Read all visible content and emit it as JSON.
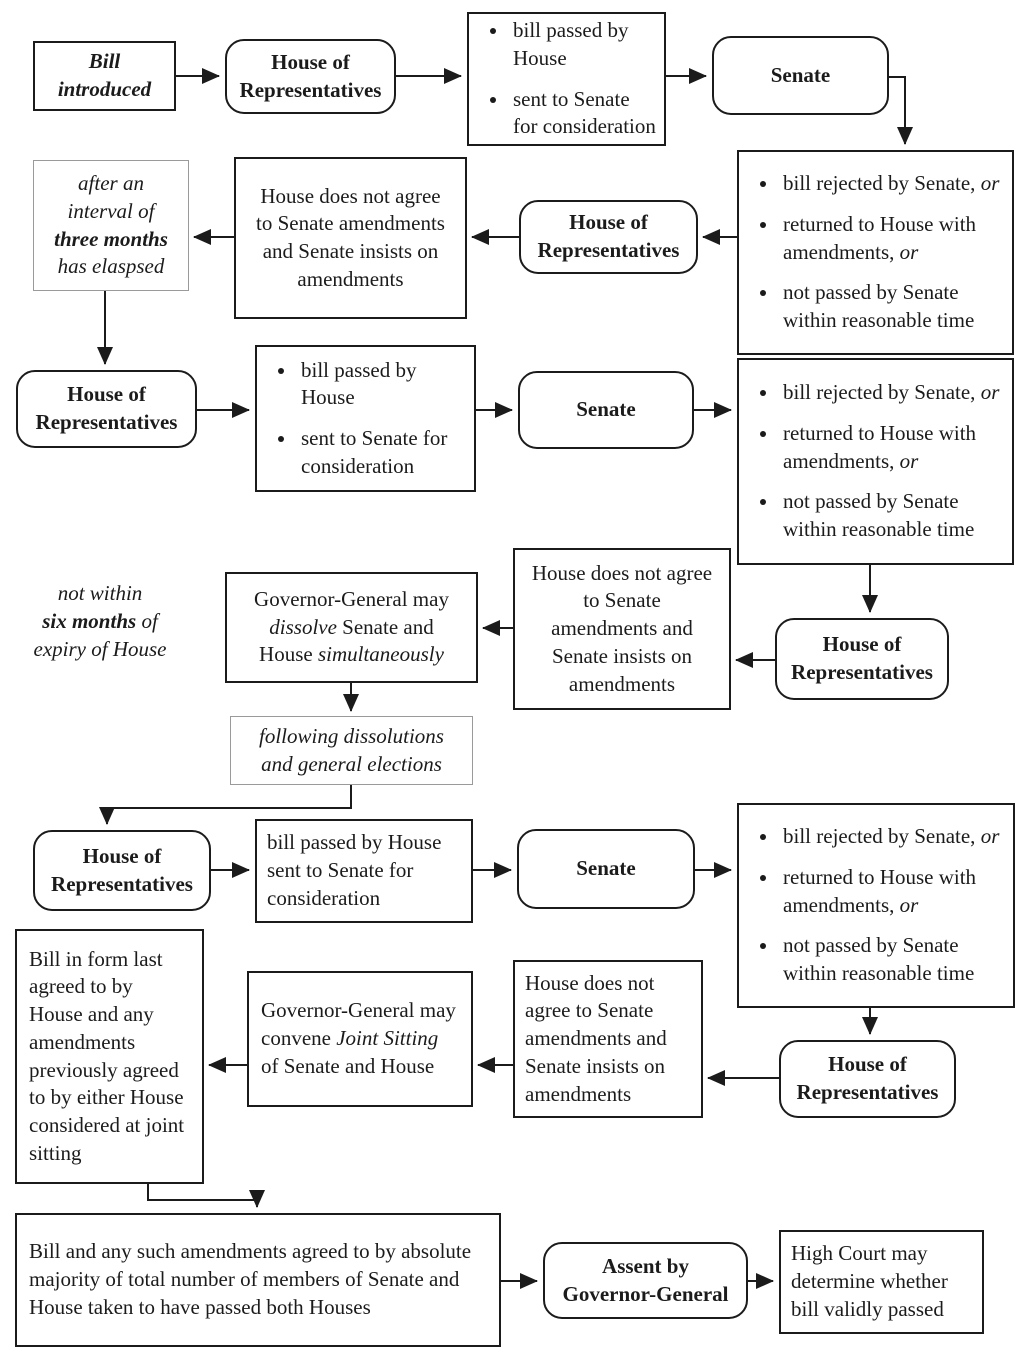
{
  "diagram": {
    "description": "Flowchart of bill passage, double dissolution and joint sitting process",
    "colors": {
      "ink": "#1b1b1b",
      "soft_border": "#9a9a9a",
      "background": "#ffffff"
    },
    "nodes": {
      "bill_introduced": {
        "rich": [
          {
            "t": "Bill introduced",
            "b": true,
            "i": true
          }
        ]
      },
      "house_reps_1": {
        "label": "House of Representatives"
      },
      "passed_1": {
        "bullets": [
          [
            {
              "t": "bill passed by House"
            }
          ],
          [
            {
              "t": "sent to Senate for consideration"
            }
          ]
        ]
      },
      "senate_1": {
        "label": "Senate"
      },
      "rejected_1": {
        "bullets": [
          [
            {
              "t": "bill rejected by Senate, "
            },
            {
              "t": "or",
              "i": true
            }
          ],
          [
            {
              "t": "returned to House with amendments, "
            },
            {
              "t": "or",
              "i": true
            }
          ],
          [
            {
              "t": "not passed by Senate within reasonable time"
            }
          ]
        ]
      },
      "house_reps_2": {
        "label": "House of Representatives"
      },
      "not_agree_1": {
        "text": "House does not agree to Senate amendments and Senate insists on amendments"
      },
      "three_months": {
        "rich": [
          {
            "t": "after an",
            "i": true
          },
          {
            "br": true
          },
          {
            "t": "interval of",
            "i": true
          },
          {
            "br": true
          },
          {
            "t": "three months",
            "b": true,
            "i": true
          },
          {
            "br": true
          },
          {
            "t": "has elaspsed",
            "i": true
          }
        ]
      },
      "house_reps_3": {
        "label": "House of Representatives"
      },
      "passed_2": {
        "bullets": [
          [
            {
              "t": "bill passed by House"
            }
          ],
          [
            {
              "t": "sent to Senate for consideration"
            }
          ]
        ]
      },
      "senate_2": {
        "label": "Senate"
      },
      "rejected_2": {
        "bullets": [
          [
            {
              "t": "bill rejected by Senate, "
            },
            {
              "t": "or",
              "i": true
            }
          ],
          [
            {
              "t": "returned to House with amendments, "
            },
            {
              "t": "or",
              "i": true
            }
          ],
          [
            {
              "t": "not passed by Senate within reasonable time"
            }
          ]
        ]
      },
      "house_reps_4": {
        "label": "House of Representatives"
      },
      "not_agree_2": {
        "text": "House does not agree to Senate amendments and Senate insists on amendments"
      },
      "gg_dissolve": {
        "rich": [
          {
            "t": "Governor-General may"
          },
          {
            "br": true
          },
          {
            "t": "dissolve",
            "i": true
          },
          {
            "t": " Senate and"
          },
          {
            "br": true
          },
          {
            "t": "House "
          },
          {
            "t": "simultaneously",
            "i": true
          }
        ]
      },
      "six_months_note": {
        "rich": [
          {
            "t": "not within",
            "i": true
          },
          {
            "br": true
          },
          {
            "t": "six months",
            "b": true,
            "i": true
          },
          {
            "t": " of",
            "i": true
          },
          {
            "br": true
          },
          {
            "t": "expiry of House",
            "i": true
          }
        ]
      },
      "following_dissolutions": {
        "rich": [
          {
            "t": "following dissolutions",
            "i": true
          },
          {
            "br": true
          },
          {
            "t": "and general elections",
            "i": true
          }
        ]
      },
      "house_reps_5": {
        "label": "House of Representatives"
      },
      "passed_3": {
        "text": "bill passed by House sent to Senate for consideration"
      },
      "senate_3": {
        "label": "Senate"
      },
      "rejected_3": {
        "bullets": [
          [
            {
              "t": "bill rejected by Senate, "
            },
            {
              "t": "or",
              "i": true
            }
          ],
          [
            {
              "t": "returned to House with amendments, "
            },
            {
              "t": "or",
              "i": true
            }
          ],
          [
            {
              "t": "not passed by Senate within reasonable time"
            }
          ]
        ]
      },
      "house_reps_6": {
        "label": "House of Representatives"
      },
      "not_agree_3": {
        "text": "House does not agree to Senate amendments and Senate insists on amendments"
      },
      "gg_joint_sitting": {
        "rich": [
          {
            "t": "Governor-General may convene "
          },
          {
            "t": "Joint Sitting",
            "i": true
          },
          {
            "t": " of Senate and House"
          }
        ]
      },
      "bill_in_form": {
        "text": "Bill in form last agreed to by House and any amendments previously agreed to by either House considered at joint sitting"
      },
      "majority": {
        "text": "Bill and any such amendments agreed to by absolute majority of total number of members of Senate and House taken to have passed both Houses"
      },
      "assent": {
        "label": "Assent by Governor-General"
      },
      "high_court": {
        "text": "High Court may determine whether bill validly passed"
      }
    }
  }
}
